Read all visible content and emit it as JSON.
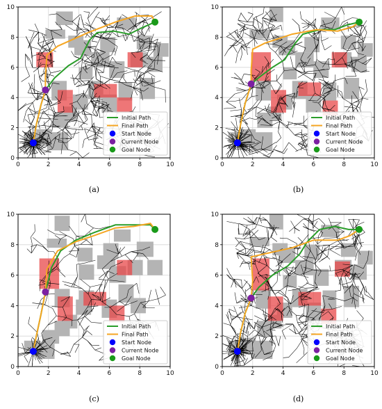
{
  "colors": {
    "initial_path": "#2a9d2a",
    "final_path": "#f5a623",
    "start_node": "#0000ff",
    "current_node": "#7b1fa2",
    "goal_node": "#1a9a1a",
    "obstacle": "#b4b4b4",
    "dynamic_obstacle": "#e8484a",
    "tree_edges": "#000000"
  },
  "chart_data": [
    {
      "panel": "a",
      "caption": "(a)",
      "type": "scatter",
      "xlim": [
        0,
        10
      ],
      "ylim": [
        0,
        10
      ],
      "xticks": [
        "0",
        "2",
        "4",
        "6",
        "8",
        "10"
      ],
      "yticks": [
        "0",
        "2",
        "4",
        "6",
        "8",
        "10"
      ],
      "grid": true,
      "legend_placement": "lower-right",
      "legend": [
        "Initial Path",
        "Final Path",
        "Start Node",
        "Current Node",
        "Goal Node"
      ],
      "start_node": [
        1.0,
        1.0
      ],
      "current_node": [
        1.8,
        4.5
      ],
      "goal_node": [
        9.0,
        9.0
      ],
      "initial_path": [
        [
          1.0,
          1.0
        ],
        [
          1.2,
          2.2
        ],
        [
          1.5,
          3.5
        ],
        [
          1.8,
          4.5
        ],
        [
          2.4,
          5.3
        ],
        [
          3.3,
          6.1
        ],
        [
          4.1,
          6.6
        ],
        [
          4.7,
          7.8
        ],
        [
          5.2,
          8.3
        ],
        [
          6.3,
          8.4
        ],
        [
          7.3,
          8.2
        ],
        [
          8.1,
          8.6
        ],
        [
          9.0,
          9.0
        ]
      ],
      "final_path": [
        [
          1.0,
          1.0
        ],
        [
          1.2,
          2.2
        ],
        [
          1.5,
          3.5
        ],
        [
          1.8,
          4.5
        ],
        [
          1.8,
          5.4
        ],
        [
          1.9,
          6.8
        ],
        [
          2.6,
          7.4
        ],
        [
          4.6,
          8.3
        ],
        [
          6.4,
          9.0
        ],
        [
          7.7,
          9.4
        ],
        [
          8.8,
          9.4
        ],
        [
          9.0,
          9.0
        ]
      ],
      "obstacles": [
        [
          0.4,
          1.0,
          1.1,
          0.7
        ],
        [
          1.2,
          0.8,
          1.0,
          1.1
        ],
        [
          1.9,
          0.5,
          1.4,
          1.2
        ],
        [
          2.3,
          2.0,
          1.0,
          1.0
        ],
        [
          3.0,
          2.5,
          0.9,
          0.9
        ],
        [
          3.6,
          3.2,
          1.0,
          1.0
        ],
        [
          2.2,
          3.8,
          1.0,
          1.3
        ],
        [
          4.6,
          3.9,
          1.0,
          1.2
        ],
        [
          5.5,
          3.0,
          1.0,
          1.2
        ],
        [
          6.6,
          3.8,
          0.9,
          1.2
        ],
        [
          8.0,
          3.9,
          1.0,
          1.4
        ],
        [
          6.0,
          5.3,
          1.0,
          1.1
        ],
        [
          4.8,
          6.0,
          1.2,
          1.0
        ],
        [
          4.0,
          5.2,
          0.9,
          0.8
        ],
        [
          3.7,
          6.8,
          1.1,
          1.0
        ],
        [
          5.4,
          7.0,
          1.0,
          1.0
        ],
        [
          7.4,
          6.0,
          1.1,
          1.0
        ],
        [
          8.5,
          5.7,
          1.0,
          1.0
        ],
        [
          8.9,
          6.7,
          1.0,
          0.9
        ],
        [
          6.5,
          8.5,
          1.2,
          0.8
        ],
        [
          7.8,
          7.2,
          1.0,
          0.9
        ],
        [
          1.8,
          7.9,
          1.3,
          0.6
        ],
        [
          2.5,
          8.8,
          1.1,
          0.9
        ],
        [
          3.3,
          7.3,
          1.0,
          0.8
        ]
      ],
      "dynamic_obstacles": [
        [
          1.2,
          6.0,
          1.1,
          1.0
        ],
        [
          2.6,
          3.0,
          1.0,
          1.5
        ],
        [
          5.0,
          4.0,
          1.5,
          0.9
        ],
        [
          6.5,
          3.0,
          1.0,
          1.0
        ],
        [
          7.2,
          6.0,
          1.0,
          1.0
        ]
      ],
      "tree_density": 1.0
    },
    {
      "panel": "b",
      "caption": "(b)",
      "type": "scatter",
      "xlim": [
        0,
        10
      ],
      "ylim": [
        0,
        10
      ],
      "xticks": [
        "0",
        "2",
        "4",
        "6",
        "8",
        "10"
      ],
      "yticks": [
        "0",
        "2",
        "4",
        "6",
        "8",
        "10"
      ],
      "grid": true,
      "legend_placement": "lower-right",
      "legend": [
        "Initial Path",
        "Final Path",
        "Start Node",
        "Current Node",
        "Goal Node"
      ],
      "start_node": [
        1.0,
        1.0
      ],
      "current_node": [
        1.9,
        4.9
      ],
      "goal_node": [
        9.0,
        9.0
      ],
      "initial_path": [
        [
          1.0,
          1.0
        ],
        [
          1.2,
          2.2
        ],
        [
          1.5,
          3.6
        ],
        [
          1.9,
          4.9
        ],
        [
          2.5,
          5.4
        ],
        [
          3.3,
          6.0
        ],
        [
          4.1,
          6.5
        ],
        [
          4.8,
          7.6
        ],
        [
          5.3,
          8.2
        ],
        [
          6.4,
          8.5
        ],
        [
          7.4,
          8.5
        ],
        [
          8.2,
          8.8
        ],
        [
          9.0,
          9.0
        ]
      ],
      "final_path": [
        [
          1.0,
          1.0
        ],
        [
          1.2,
          2.2
        ],
        [
          1.5,
          3.6
        ],
        [
          1.9,
          4.9
        ],
        [
          1.9,
          5.8
        ],
        [
          2.0,
          7.2
        ],
        [
          2.8,
          7.6
        ],
        [
          4.6,
          8.2
        ],
        [
          6.2,
          8.5
        ],
        [
          7.6,
          8.4
        ],
        [
          8.6,
          8.7
        ],
        [
          9.0,
          9.0
        ]
      ],
      "obstacles": [
        [
          0.4,
          1.0,
          1.1,
          0.7
        ],
        [
          1.2,
          0.8,
          1.0,
          1.1
        ],
        [
          1.9,
          0.5,
          1.4,
          1.2
        ],
        [
          2.3,
          2.0,
          1.0,
          1.0
        ],
        [
          3.0,
          2.5,
          0.9,
          0.9
        ],
        [
          3.6,
          3.2,
          1.0,
          1.0
        ],
        [
          2.2,
          3.8,
          1.0,
          1.3
        ],
        [
          4.6,
          3.9,
          1.0,
          1.2
        ],
        [
          5.5,
          3.0,
          1.0,
          1.2
        ],
        [
          6.6,
          3.8,
          0.9,
          1.2
        ],
        [
          8.0,
          3.9,
          1.0,
          1.4
        ],
        [
          6.0,
          5.3,
          1.0,
          1.1
        ],
        [
          4.8,
          6.0,
          1.2,
          1.0
        ],
        [
          4.0,
          5.2,
          0.9,
          0.8
        ],
        [
          3.7,
          6.8,
          1.1,
          1.0
        ],
        [
          5.4,
          7.0,
          1.0,
          1.0
        ],
        [
          7.4,
          6.0,
          1.1,
          1.0
        ],
        [
          8.5,
          5.7,
          1.0,
          1.0
        ],
        [
          8.9,
          6.7,
          1.0,
          0.9
        ],
        [
          6.5,
          8.5,
          1.2,
          0.8
        ],
        [
          7.8,
          7.2,
          1.0,
          0.9
        ],
        [
          1.8,
          7.9,
          1.3,
          0.6
        ],
        [
          3.1,
          9.0,
          0.9,
          1.0
        ],
        [
          3.3,
          7.3,
          1.0,
          0.8
        ]
      ],
      "dynamic_obstacles": [
        [
          1.9,
          5.1,
          1.3,
          1.9
        ],
        [
          3.2,
          3.0,
          1.0,
          1.5
        ],
        [
          5.0,
          4.1,
          1.5,
          0.9
        ],
        [
          6.6,
          2.8,
          1.0,
          1.0
        ],
        [
          7.2,
          6.0,
          1.0,
          1.0
        ]
      ],
      "tree_density": 0.85
    },
    {
      "panel": "c",
      "caption": "(c)",
      "type": "scatter",
      "xlim": [
        0,
        10
      ],
      "ylim": [
        0,
        10
      ],
      "xticks": [
        "0",
        "2",
        "4",
        "6",
        "8",
        "10"
      ],
      "yticks": [
        "0",
        "2",
        "4",
        "6",
        "8",
        "10"
      ],
      "grid": true,
      "legend_placement": "lower-right",
      "legend": [
        "Initial Path",
        "Final Path",
        "Start Node",
        "Current Node",
        "Goal Node"
      ],
      "start_node": [
        1.0,
        1.0
      ],
      "current_node": [
        1.8,
        4.9
      ],
      "goal_node": [
        9.0,
        9.0
      ],
      "initial_path": [
        [
          1.0,
          1.0
        ],
        [
          1.2,
          2.0
        ],
        [
          1.5,
          3.4
        ],
        [
          1.8,
          4.9
        ],
        [
          2.2,
          6.5
        ],
        [
          2.8,
          7.6
        ],
        [
          3.8,
          8.3
        ],
        [
          5.0,
          8.8
        ],
        [
          6.4,
          9.3
        ],
        [
          7.6,
          9.3
        ],
        [
          8.7,
          9.3
        ],
        [
          9.0,
          9.0
        ]
      ],
      "final_path": [
        [
          1.0,
          1.0
        ],
        [
          1.2,
          2.0
        ],
        [
          1.5,
          3.4
        ],
        [
          1.8,
          4.9
        ],
        [
          1.9,
          6.4
        ],
        [
          2.6,
          7.6
        ],
        [
          3.8,
          8.2
        ],
        [
          5.0,
          8.6
        ],
        [
          6.4,
          9.1
        ],
        [
          7.6,
          9.2
        ],
        [
          8.7,
          9.4
        ],
        [
          9.0,
          9.0
        ]
      ],
      "obstacles": [
        [
          0.4,
          1.0,
          1.1,
          0.7
        ],
        [
          1.3,
          0.5,
          1.1,
          1.0
        ],
        [
          1.6,
          1.5,
          1.1,
          0.9
        ],
        [
          2.4,
          2.0,
          1.0,
          1.0
        ],
        [
          3.0,
          2.5,
          0.9,
          0.9
        ],
        [
          3.8,
          3.4,
          1.0,
          1.0
        ],
        [
          2.4,
          3.9,
          1.0,
          1.2
        ],
        [
          4.0,
          4.0,
          1.0,
          1.0
        ],
        [
          5.5,
          3.2,
          1.0,
          1.2
        ],
        [
          6.6,
          4.2,
          1.0,
          1.2
        ],
        [
          7.4,
          3.5,
          1.0,
          1.0
        ],
        [
          6.0,
          5.5,
          1.1,
          1.1
        ],
        [
          5.2,
          6.4,
          1.2,
          0.9
        ],
        [
          4.0,
          5.7,
          1.0,
          1.0
        ],
        [
          3.9,
          6.9,
          1.0,
          0.9
        ],
        [
          5.6,
          7.1,
          1.0,
          1.0
        ],
        [
          7.2,
          6.0,
          1.0,
          1.0
        ],
        [
          8.5,
          6.0,
          1.0,
          1.0
        ],
        [
          7.8,
          7.2,
          1.1,
          1.0
        ],
        [
          6.3,
          8.2,
          1.1,
          0.8
        ],
        [
          1.9,
          7.8,
          1.3,
          0.6
        ],
        [
          2.4,
          8.9,
          1.0,
          1.0
        ]
      ],
      "dynamic_obstacles": [
        [
          1.4,
          5.1,
          1.3,
          2.0
        ],
        [
          2.6,
          3.0,
          1.0,
          1.6
        ],
        [
          4.3,
          4.0,
          1.5,
          0.9
        ],
        [
          6.0,
          2.9,
          1.0,
          1.1
        ],
        [
          6.5,
          6.0,
          1.0,
          1.0
        ]
      ],
      "tree_density": 0.35
    },
    {
      "panel": "d",
      "caption": "(d)",
      "type": "scatter",
      "xlim": [
        0,
        10
      ],
      "ylim": [
        0,
        10
      ],
      "xticks": [
        "0",
        "2",
        "4",
        "6",
        "8",
        "10"
      ],
      "yticks": [
        "0",
        "2",
        "4",
        "6",
        "8",
        "10"
      ],
      "grid": true,
      "legend_placement": "lower-right",
      "legend": [
        "Initial Path",
        "Final Path",
        "Start Node",
        "Current Node",
        "Goal Node"
      ],
      "start_node": [
        1.0,
        1.0
      ],
      "current_node": [
        1.9,
        4.5
      ],
      "goal_node": [
        9.0,
        9.0
      ],
      "initial_path": [
        [
          1.0,
          1.0
        ],
        [
          1.2,
          2.2
        ],
        [
          1.5,
          3.5
        ],
        [
          1.9,
          4.5
        ],
        [
          2.4,
          5.2
        ],
        [
          3.3,
          6.0
        ],
        [
          4.3,
          6.6
        ],
        [
          5.1,
          7.4
        ],
        [
          5.6,
          8.2
        ],
        [
          6.4,
          9.0
        ],
        [
          7.4,
          9.2
        ],
        [
          8.3,
          9.0
        ],
        [
          9.0,
          9.0
        ]
      ],
      "final_path": [
        [
          1.0,
          1.0
        ],
        [
          1.2,
          2.2
        ],
        [
          1.5,
          3.5
        ],
        [
          1.9,
          4.5
        ],
        [
          2.0,
          5.6
        ],
        [
          1.9,
          7.2
        ],
        [
          2.8,
          7.4
        ],
        [
          4.6,
          7.8
        ],
        [
          6.0,
          8.3
        ],
        [
          7.6,
          8.3
        ],
        [
          8.4,
          8.6
        ],
        [
          9.0,
          9.0
        ]
      ],
      "obstacles": [
        [
          0.4,
          1.0,
          1.1,
          0.7
        ],
        [
          1.2,
          0.8,
          1.0,
          1.1
        ],
        [
          1.9,
          0.5,
          1.4,
          1.2
        ],
        [
          2.3,
          2.0,
          1.0,
          1.0
        ],
        [
          3.0,
          2.5,
          0.9,
          0.9
        ],
        [
          3.6,
          3.2,
          1.0,
          1.0
        ],
        [
          2.2,
          3.8,
          1.0,
          1.3
        ],
        [
          4.6,
          3.9,
          1.0,
          1.2
        ],
        [
          5.5,
          3.0,
          1.0,
          1.2
        ],
        [
          6.6,
          3.8,
          0.9,
          1.2
        ],
        [
          8.0,
          3.9,
          1.0,
          1.4
        ],
        [
          6.0,
          5.3,
          1.0,
          1.1
        ],
        [
          4.8,
          6.0,
          1.2,
          1.0
        ],
        [
          4.0,
          5.2,
          0.9,
          0.8
        ],
        [
          3.7,
          6.8,
          1.1,
          1.0
        ],
        [
          5.4,
          7.0,
          1.0,
          1.0
        ],
        [
          7.4,
          6.0,
          1.1,
          1.0
        ],
        [
          8.5,
          5.7,
          1.0,
          1.0
        ],
        [
          8.9,
          6.7,
          1.0,
          0.9
        ],
        [
          6.5,
          8.5,
          1.2,
          0.8
        ],
        [
          7.8,
          7.2,
          1.0,
          0.9
        ],
        [
          1.8,
          7.9,
          1.3,
          0.6
        ],
        [
          3.1,
          9.0,
          0.9,
          1.0
        ],
        [
          3.3,
          7.3,
          1.0,
          0.8
        ]
      ],
      "dynamic_obstacles": [
        [
          2.0,
          5.0,
          1.1,
          2.1
        ],
        [
          3.0,
          3.0,
          1.0,
          1.6
        ],
        [
          5.0,
          4.0,
          1.5,
          0.9
        ],
        [
          6.5,
          2.8,
          1.0,
          1.0
        ],
        [
          7.4,
          5.9,
          1.0,
          1.0
        ]
      ],
      "tree_density": 1.0
    }
  ]
}
